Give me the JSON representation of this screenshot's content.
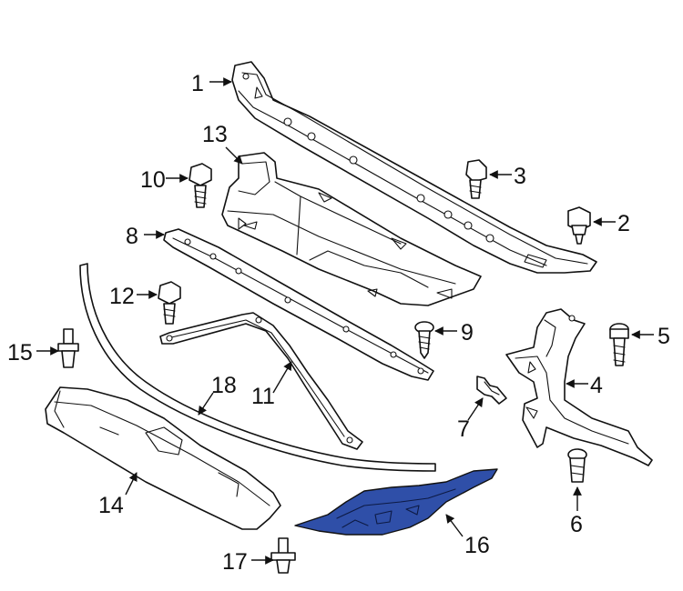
{
  "diagram": {
    "highlight_color": "#2f4fa8",
    "line_color": "#111111",
    "callouts": [
      {
        "id": "callout-1",
        "label": "1"
      },
      {
        "id": "callout-2",
        "label": "2"
      },
      {
        "id": "callout-3",
        "label": "3"
      },
      {
        "id": "callout-4",
        "label": "4"
      },
      {
        "id": "callout-5",
        "label": "5"
      },
      {
        "id": "callout-6",
        "label": "6"
      },
      {
        "id": "callout-7",
        "label": "7"
      },
      {
        "id": "callout-8",
        "label": "8"
      },
      {
        "id": "callout-9",
        "label": "9"
      },
      {
        "id": "callout-10",
        "label": "10"
      },
      {
        "id": "callout-11",
        "label": "11"
      },
      {
        "id": "callout-12",
        "label": "12"
      },
      {
        "id": "callout-13",
        "label": "13"
      },
      {
        "id": "callout-14",
        "label": "14"
      },
      {
        "id": "callout-15",
        "label": "15"
      },
      {
        "id": "callout-16",
        "label": "16"
      },
      {
        "id": "callout-17",
        "label": "17"
      },
      {
        "id": "callout-18",
        "label": "18"
      }
    ]
  }
}
